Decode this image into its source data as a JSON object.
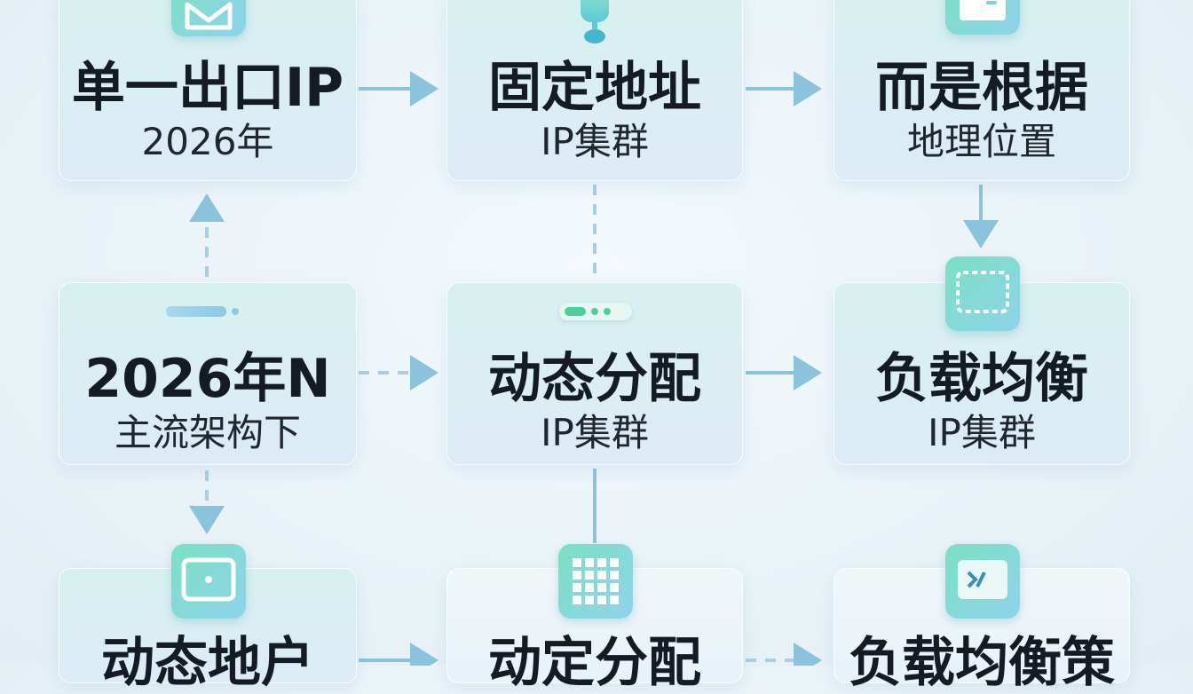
{
  "nodes": [
    {
      "id": "n1",
      "title": "单一出口IP",
      "subtitle": "2026年",
      "icon": "envelope-icon"
    },
    {
      "id": "n2",
      "title": "固定地址",
      "subtitle": "IP集群",
      "icon": "location-pin-icon"
    },
    {
      "id": "n3",
      "title": "而是根据",
      "subtitle": "地理位置",
      "icon": "chat-window-icon"
    },
    {
      "id": "n4",
      "title": "2026年N",
      "subtitle": "主流架构下",
      "icon": "slider-bar-icon"
    },
    {
      "id": "n5",
      "title": "动态分配",
      "subtitle": "IP集群",
      "icon": "toggle-dots-icon"
    },
    {
      "id": "n6",
      "title": "负载均衡",
      "subtitle": "IP集群",
      "icon": "screen-frame-icon"
    },
    {
      "id": "n7",
      "title": "动态地户",
      "subtitle": "",
      "icon": "monitor-icon"
    },
    {
      "id": "n8",
      "title": "动定分配",
      "subtitle": "",
      "icon": "grid-icon"
    },
    {
      "id": "n9",
      "title": "负载均衡策",
      "subtitle": "",
      "icon": "terminal-window-icon"
    }
  ],
  "colors": {
    "arrow": "#8cc3dc",
    "arrow_dashed": "#a9cde3",
    "icon_from": "#7be0c2",
    "icon_to": "#8fd3ea"
  }
}
